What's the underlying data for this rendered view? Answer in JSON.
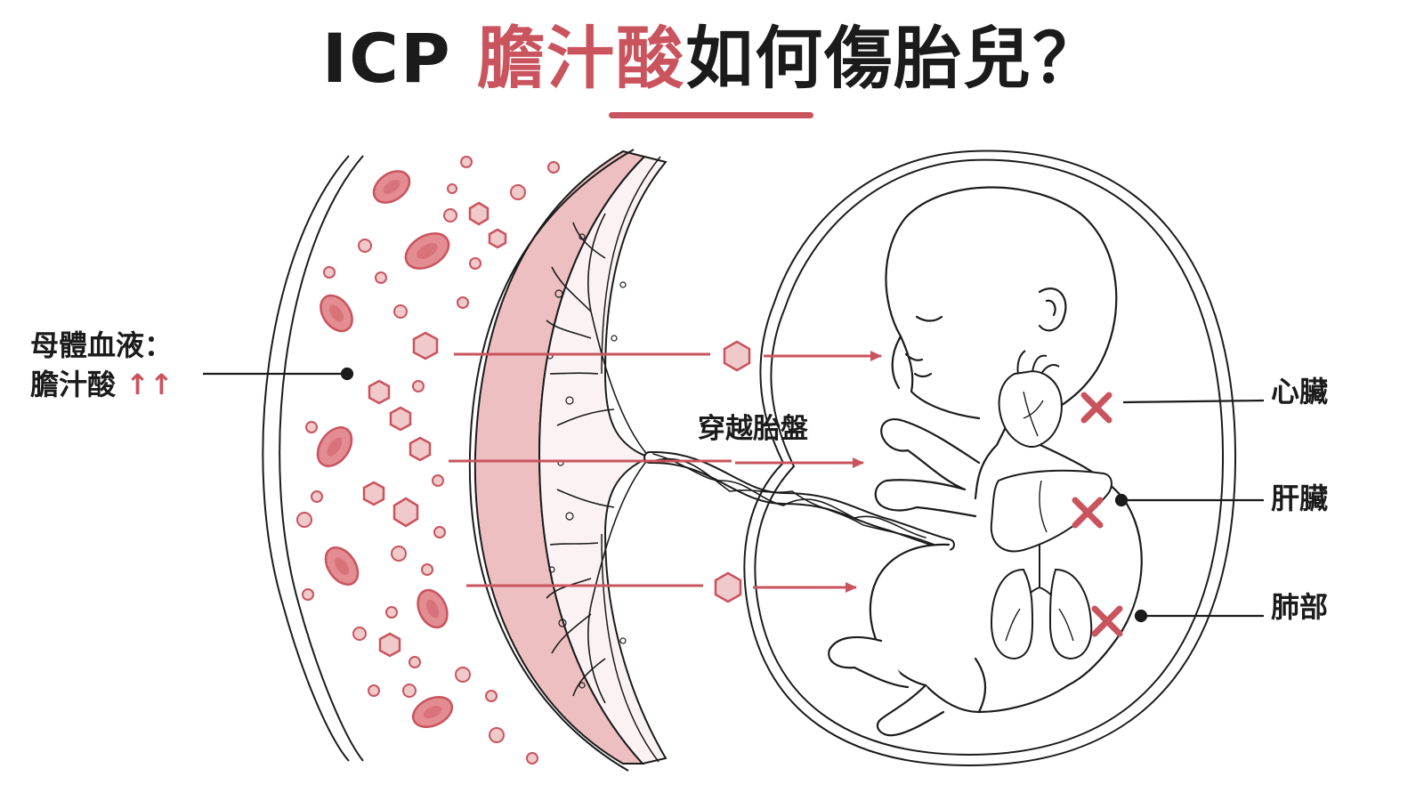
{
  "title": {
    "prefix": "ICP ",
    "highlight": "膽汁酸",
    "suffix": "如何傷胎兒？"
  },
  "labels": {
    "maternal_line1": "母體血液：",
    "maternal_line2": "膽汁酸",
    "maternal_arrows": "↑↑",
    "placenta": "穿越胎盤",
    "heart": "心臟",
    "liver": "肝臟",
    "lung": "肺部"
  },
  "colors": {
    "accent": "#c9545e",
    "ink": "#1b1b1b",
    "placenta_fill": "#eebfc1",
    "bile_fill": "#f0c9ca"
  },
  "icons": {
    "bile_acid": "hexagon-icon",
    "damage": "cross-icon",
    "flow": "arrow-right-icon"
  }
}
